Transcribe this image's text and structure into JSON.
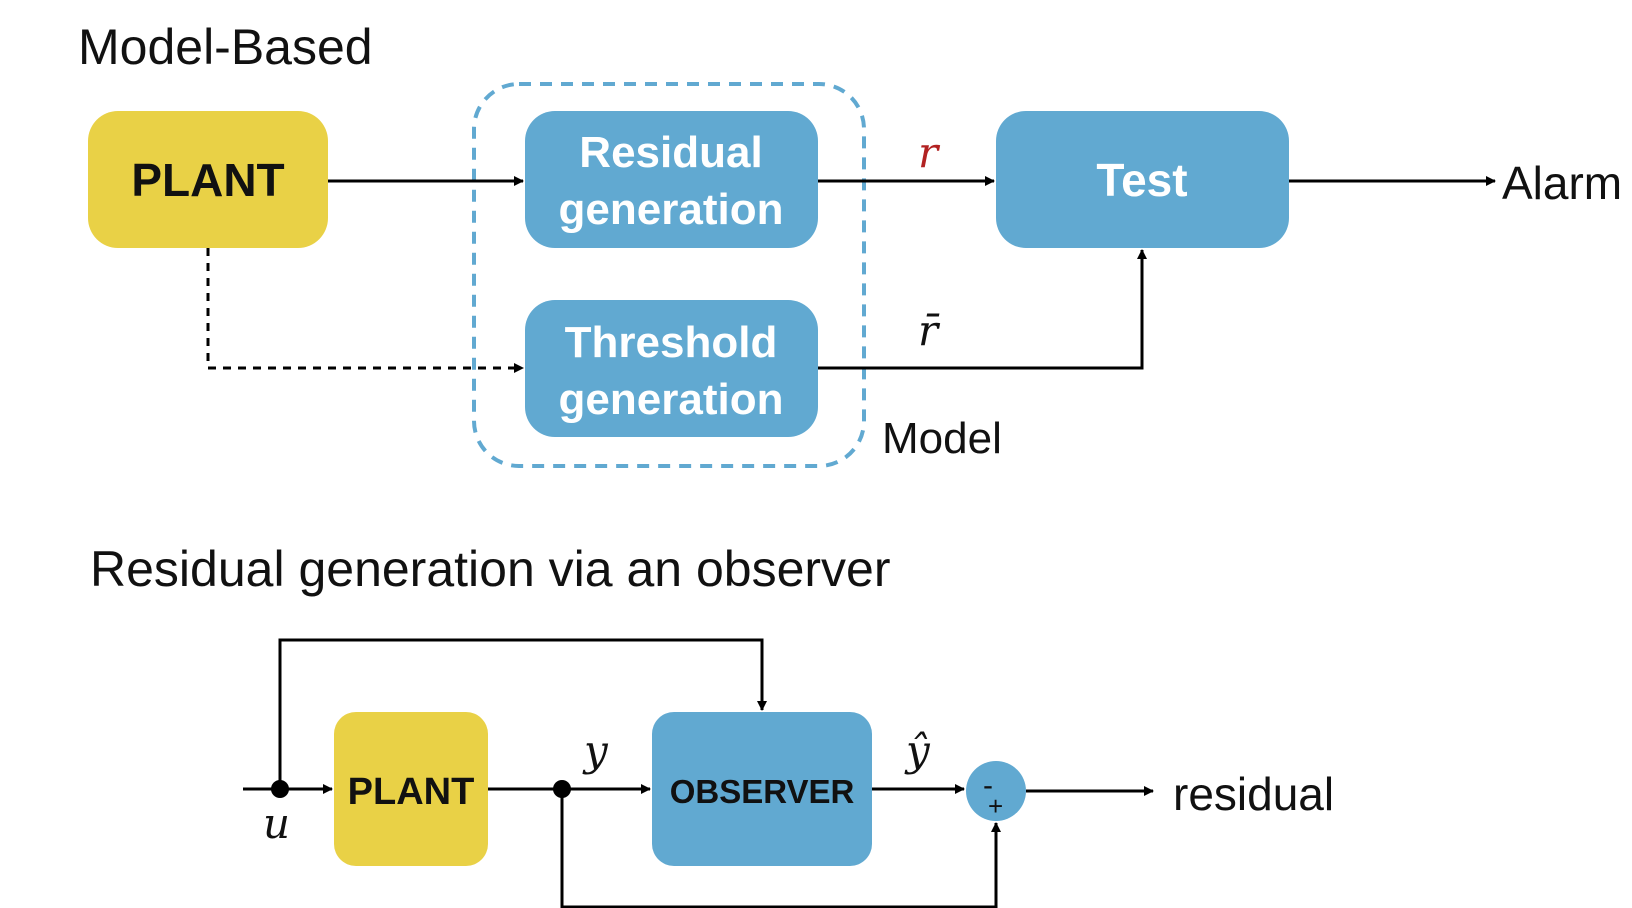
{
  "colors": {
    "plant": "#E9D146",
    "block": "#61A9D1",
    "line": "#000000",
    "dashed_box": "#61A9D1",
    "signal_r": "#B22222"
  },
  "top": {
    "title": "Model-Based",
    "plant": "PLANT",
    "residual_generation": [
      "Residual",
      "generation"
    ],
    "threshold_generation": [
      "Threshold",
      "generation"
    ],
    "test": "Test",
    "alarm": "Alarm",
    "model": "Model",
    "signal_r": "r",
    "signal_rbar": "r̄"
  },
  "bottom": {
    "title": "Residual generation via an observer",
    "plant": "PLANT",
    "observer": "OBSERVER",
    "input_u": "u",
    "signal_y": "y",
    "signal_yhat": "ŷ",
    "sum_minus": "-",
    "sum_plus": "+",
    "output": "residual"
  }
}
